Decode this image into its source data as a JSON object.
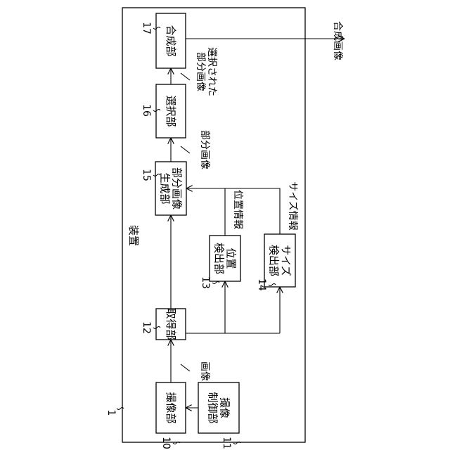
{
  "device": {
    "label": "装置",
    "ref": "1"
  },
  "blocks": [
    {
      "key": "imaging",
      "ref": "10",
      "lines": [
        "撮像部"
      ]
    },
    {
      "key": "imgctrl",
      "ref": "11",
      "lines": [
        "撮像",
        "制御部"
      ]
    },
    {
      "key": "acquire",
      "ref": "12",
      "lines": [
        "取得部"
      ]
    },
    {
      "key": "posdet",
      "ref": "13",
      "lines": [
        "位置",
        "検出部"
      ]
    },
    {
      "key": "sizedet",
      "ref": "14",
      "lines": [
        "サイズ",
        "検出部"
      ]
    },
    {
      "key": "partgen",
      "ref": "15",
      "lines": [
        "部分画像",
        "生成部"
      ]
    },
    {
      "key": "select",
      "ref": "16",
      "lines": [
        "選択部"
      ]
    },
    {
      "key": "composite",
      "ref": "17",
      "lines": [
        "合成部"
      ]
    }
  ],
  "signals": {
    "image": [
      "画像"
    ],
    "position_info": [
      "位置情報"
    ],
    "size_info": [
      "サイズ情報"
    ],
    "partial_image": [
      "部分画像"
    ],
    "selected_partial_image": [
      "選択された",
      "部分画像"
    ],
    "composite_image": [
      "合成画像"
    ]
  }
}
